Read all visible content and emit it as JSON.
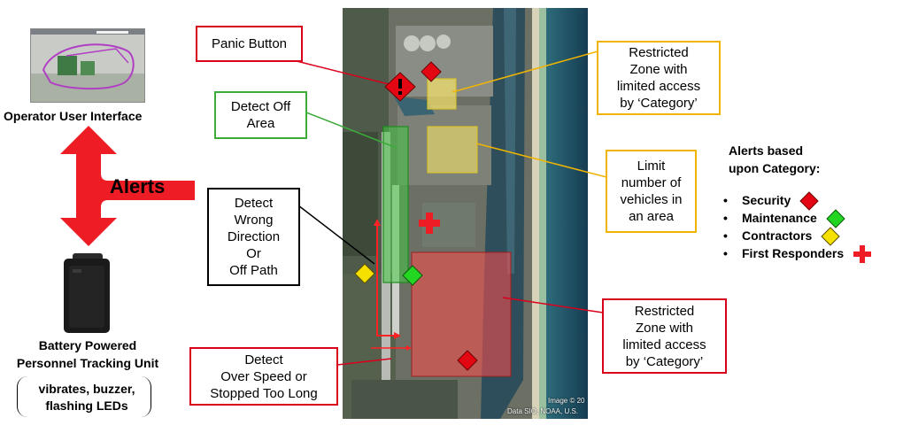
{
  "operator_ui": {
    "caption": "Operator User Interface"
  },
  "alerts_label": "Alerts",
  "tracker": {
    "caption_line1": "Battery Powered",
    "caption_line2": "Personnel Tracking Unit",
    "features_line1": "vibrates, buzzer,",
    "features_line2": "flashing LEDs"
  },
  "callouts": {
    "panic_button": "Panic Button",
    "detect_off_area_line1": "Detect Off",
    "detect_off_area_line2": "Area",
    "wrong_direction_line1": "Detect",
    "wrong_direction_line2": "Wrong",
    "wrong_direction_line3": "Direction",
    "wrong_direction_line4": "Or",
    "wrong_direction_line5": "Off Path",
    "over_speed_line1": "Detect",
    "over_speed_line2": "Over Speed or",
    "over_speed_line3": "Stopped Too Long",
    "restricted_top_line1": "Restricted",
    "restricted_top_line2": "Zone with",
    "restricted_top_line3": "limited access",
    "restricted_top_line4": "by ‘Category’",
    "limit_vehicles_line1": "Limit",
    "limit_vehicles_line2": "number of",
    "limit_vehicles_line3": "vehicles in",
    "limit_vehicles_line4": "an area",
    "restricted_bottom_line1": "Restricted",
    "restricted_bottom_line2": "Zone with",
    "restricted_bottom_line3": "limited access",
    "restricted_bottom_line4": "by ‘Category’"
  },
  "legend": {
    "title_line1": "Alerts based",
    "title_line2": "upon Category:",
    "bullet": "•",
    "items": [
      {
        "label": "Security",
        "shape": "diamond",
        "color": "#e30613"
      },
      {
        "label": "Maintenance",
        "shape": "diamond",
        "color": "#22d622"
      },
      {
        "label": "Contractors",
        "shape": "diamond",
        "color": "#f5e000"
      },
      {
        "label": "First Responders",
        "shape": "cross",
        "color": "#e30613"
      }
    ]
  },
  "map": {
    "credit_line1": "Image © 20",
    "credit_line2": "Data SIO, NOAA, U.S."
  },
  "colors": {
    "security_red": "#e30613",
    "zone_green": "#3dab3a",
    "zone_yellow": "#f0b400",
    "restricted_red": "#ff4b4b"
  },
  "icons": [
    "exclamation-icon",
    "security-diamond-icon",
    "maintenance-diamond-icon",
    "contractor-diamond-icon",
    "first-responder-cross-icon",
    "tracking-unit-icon",
    "alert-arrow-icon"
  ]
}
